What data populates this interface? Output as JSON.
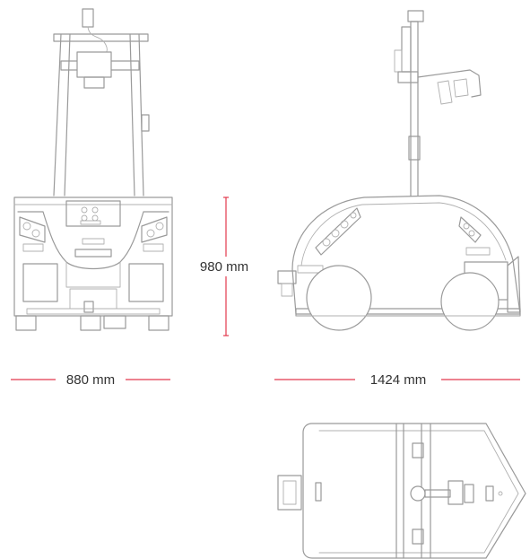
{
  "dimensions": {
    "width": "880 mm",
    "height": "980 mm",
    "length": "1424 mm"
  },
  "colors": {
    "dimension_line": "#e2384d",
    "outline": "#9a9a9a",
    "label": "#333333"
  }
}
